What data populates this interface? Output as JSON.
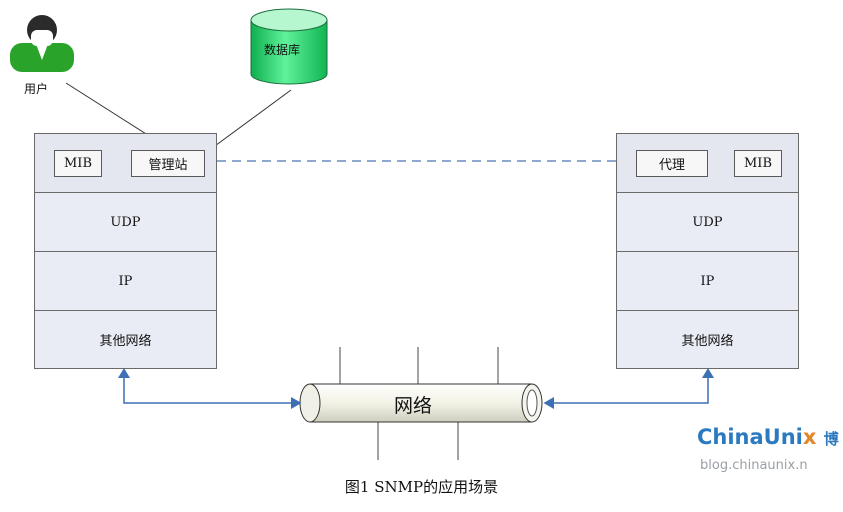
{
  "labels": {
    "user": "用户",
    "database": "数据库",
    "network": "网络"
  },
  "left_stack": {
    "mib": "MIB",
    "manager": "管理站",
    "udp": "UDP",
    "ip": "IP",
    "other_network": "其他网络"
  },
  "right_stack": {
    "agent": "代理",
    "mib": "MIB",
    "udp": "UDP",
    "ip": "IP",
    "other_network": "其他网络"
  },
  "caption": "图1 SNMP的应用场景",
  "watermark": {
    "brand_part1": "ChinaUni",
    "brand_part2": "x",
    "brand_suffix": "博",
    "url": "blog.chinaunix.n"
  },
  "colors": {
    "arrow": "#3d6fb5",
    "dashed": "#8fa8cf",
    "database": "#22cc66",
    "user": "#2aa32a"
  }
}
